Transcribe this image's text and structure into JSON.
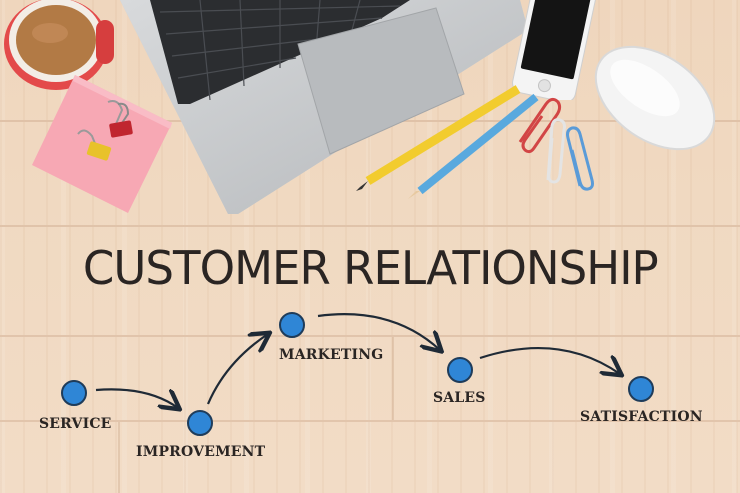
{
  "headline": "CUSTOMER RELATIONSHIP",
  "steps": [
    {
      "label": "SERVICE"
    },
    {
      "label": "IMPROVEMENT"
    },
    {
      "label": "MARKETING"
    },
    {
      "label": "SALES"
    },
    {
      "label": "SATISFACTION"
    }
  ],
  "colors": {
    "wood": "#f0d9c1",
    "node_fill": "#2f86d6",
    "node_outline": "#1f3c5a",
    "text": "#2a2523",
    "sticky_note": "#f7a8b4"
  },
  "objects": {
    "mug": "coffee-mug",
    "laptop": "laptop-keyboard",
    "phone": "smartphone",
    "mouse": "computer-mouse",
    "pencils": "pencil",
    "clips": "paper-clip",
    "note": "sticky-note",
    "binder_clips": "binder-clip"
  }
}
